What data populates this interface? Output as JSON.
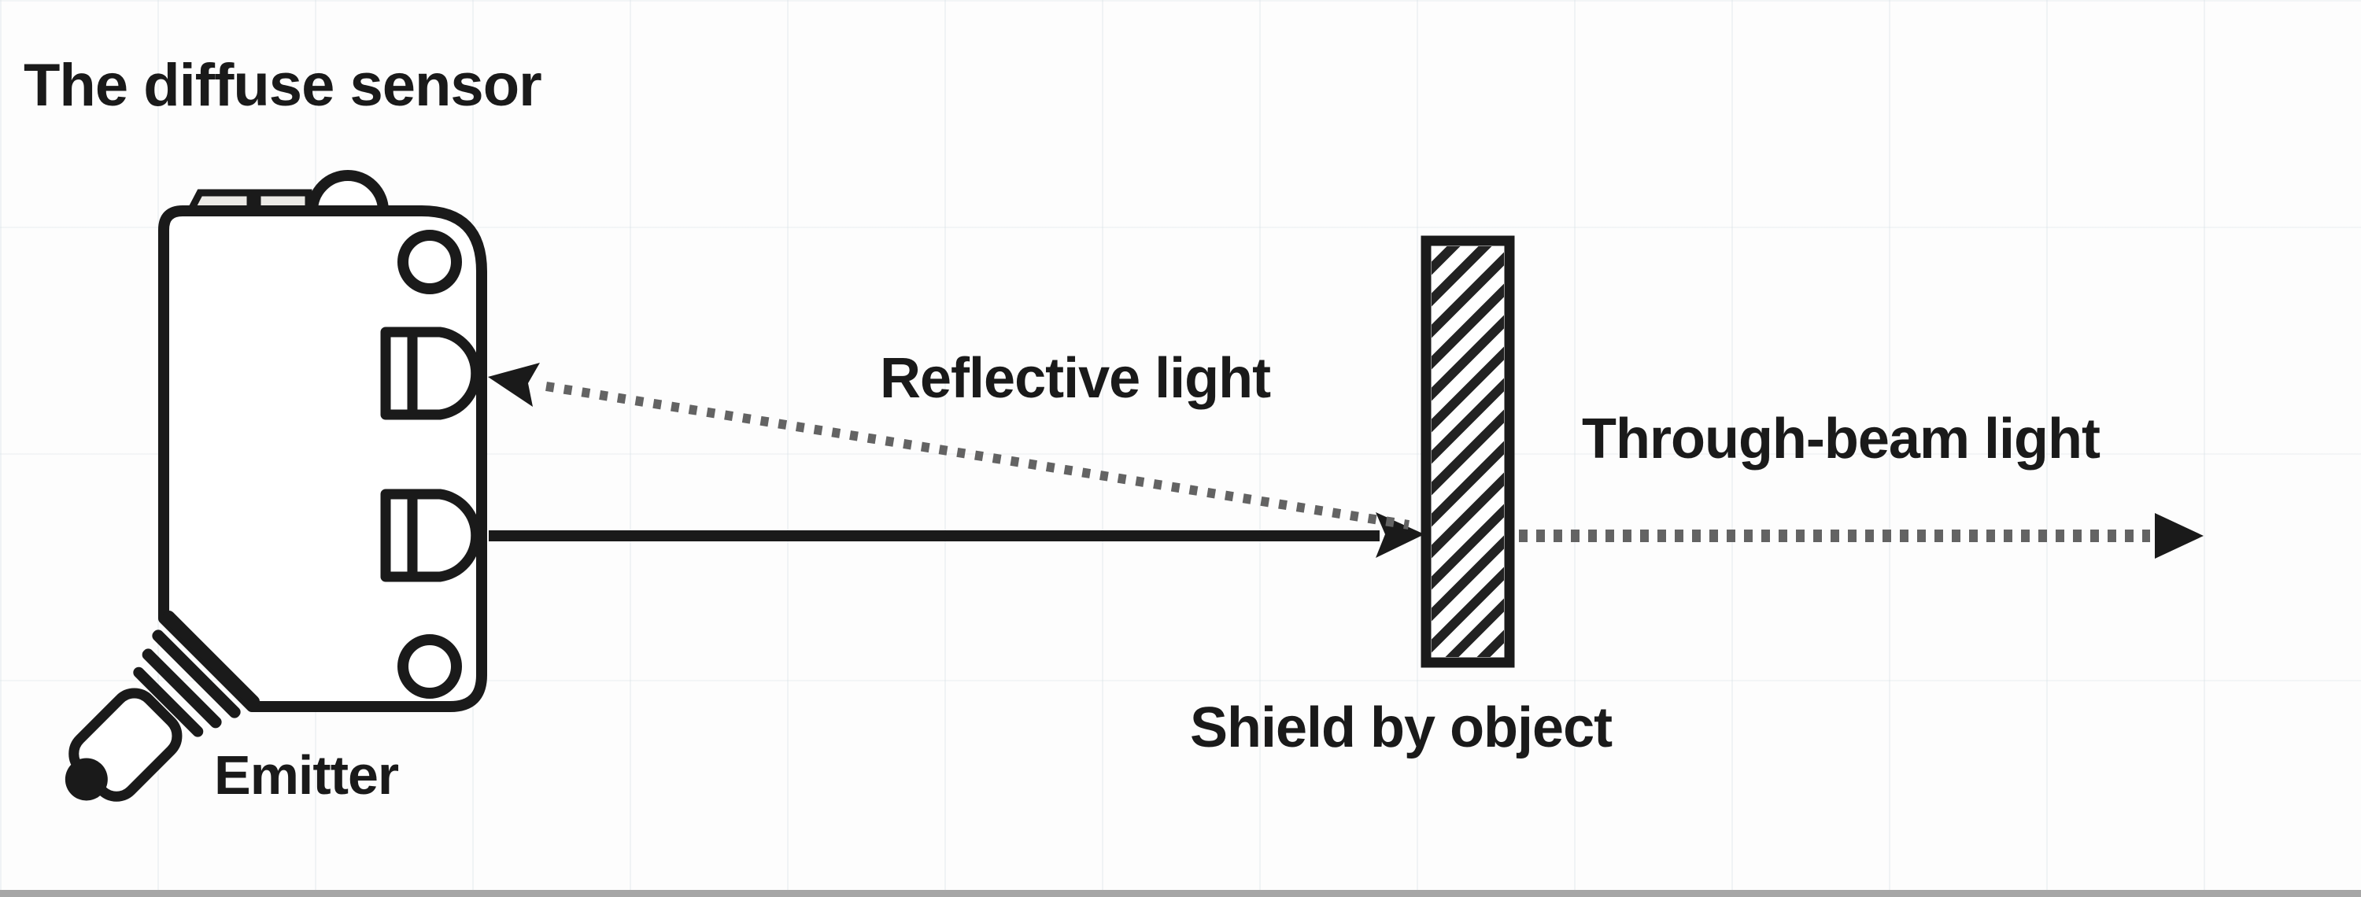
{
  "colors": {
    "background": "#fdfdfd",
    "ink": "#1a1a1a",
    "beam_gray": "#636363",
    "ridge_fill": "#eceae6",
    "bottom_edge": "#a6a6a6"
  },
  "diagram": {
    "title": "The diffuse sensor",
    "sensor": {
      "icon": "photoelectric-sensor-icon",
      "label": "Emitter",
      "parts": [
        "sensor-body",
        "mounting-hole-top",
        "mounting-hole-bottom",
        "receiver-lens",
        "emitter-lens",
        "cable-strain-relief",
        "cable-plug"
      ]
    },
    "object": {
      "icon": "hatched-shield-icon",
      "label": "Shield by object"
    },
    "beams": {
      "emitted": {
        "style": "solid",
        "direction": "right",
        "label": ""
      },
      "reflective": {
        "style": "dotted",
        "direction": "left-up",
        "label": "Reflective light"
      },
      "through": {
        "style": "dotted",
        "direction": "right",
        "label": "Through-beam light"
      }
    }
  }
}
